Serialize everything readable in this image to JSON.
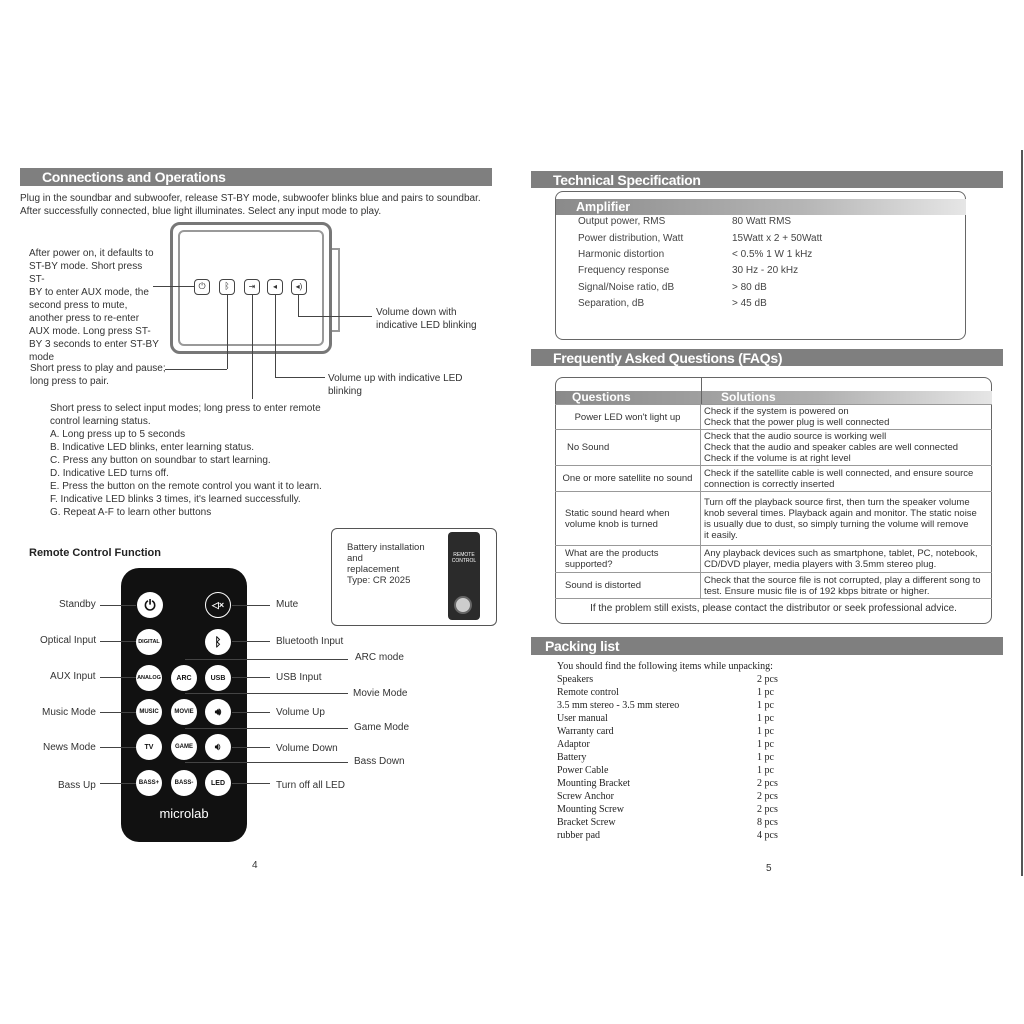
{
  "left_page": {
    "section_title": "Connections and Operations",
    "intro": [
      "Plug in the soundbar and subwoofer, release ST-BY mode, subwoofer blinks blue and pairs to soundbar.",
      "After successfully connected, blue light illuminates. Select any input mode to play."
    ],
    "power_note": [
      "After power on, it defaults to",
      "ST-BY mode. Short press ST-",
      "BY to enter AUX mode, the",
      "second press to mute,",
      "another press to re-enter",
      "AUX mode. Long press ST-",
      "BY 3 seconds to enter ST-BY",
      "mode"
    ],
    "vol_down_note": [
      "Volume down with",
      "indicative LED blinking"
    ],
    "vol_up_note": [
      "Volume up with indicative LED",
      "blinking"
    ],
    "play_note": [
      "Short press to play and pause;",
      "long press to pair."
    ],
    "input_note": [
      "Short press to select input modes; long press to enter remote",
      "control learning status.",
      "A. Long press up to 5 seconds",
      "B. Indicative LED blinks, enter learning status.",
      "C. Press any button on soundbar to start learning.",
      "D. Indicative LED turns off.",
      "E. Press the button on the remote control you want it to learn.",
      "F. Indicative LED blinks 3 times, it's learned successfully.",
      "G. Repeat A-F to learn other buttons"
    ],
    "remote_title": "Remote Control Function",
    "battery_note": [
      "Battery installation",
      "and",
      "replacement",
      "Type: CR 2025"
    ],
    "battery_label": [
      "REMOTE",
      "CONTROL"
    ],
    "remote_brand": "microlab",
    "remote_buttons": {
      "digital": "DIGITAL",
      "analog": "ANALOG",
      "arc": "ARC",
      "usb": "USB",
      "music": "MUSIC",
      "movie": "MOVIE",
      "tv": "TV",
      "game": "GAME",
      "bass_up": "BASS+",
      "bass_down": "BASS-",
      "led": "LED"
    },
    "remote_labels_left": [
      "Standby",
      "Optical Input",
      "AUX Input",
      "Music Mode",
      "News Mode",
      "Bass Up"
    ],
    "remote_labels_right": [
      "Mute",
      "Bluetooth Input",
      "ARC mode",
      "USB Input",
      "Movie Mode",
      "Volume Up",
      "Game Mode",
      "Volume Down",
      "Bass Down",
      "Turn off all LED"
    ],
    "page_number": "4"
  },
  "right_page": {
    "spec_title": "Technical Specification",
    "amp_title": "Amplifier",
    "specs": [
      {
        "label": "Output power, RMS",
        "value": "80 Watt RMS"
      },
      {
        "label": "Power distribution, Watt",
        "value": "15Watt x 2 + 50Watt"
      },
      {
        "label": "Harmonic distortion",
        "value": "< 0.5% 1 W 1 kHz"
      },
      {
        "label": "Frequency response",
        "value": "30 Hz - 20 kHz"
      },
      {
        "label": "Signal/Noise ratio, dB",
        "value": "> 80 dB"
      },
      {
        "label": "Separation, dB",
        "value": "> 45 dB"
      }
    ],
    "faq_title": "Frequently Asked Questions (FAQs)",
    "faq_headers": [
      "Questions",
      "Solutions"
    ],
    "faqs": [
      {
        "q": "Power LED won't light up",
        "a": [
          "Check if the system is powered on",
          "Check that the power plug is well connected"
        ]
      },
      {
        "q": "No Sound",
        "a": [
          "Check that the audio source is working well",
          "Check that the audio and speaker cables are well connected",
          "Check if the volume is at right level"
        ]
      },
      {
        "q": "One or more satellite no sound",
        "a": [
          "Check if the satellite cable is well connected, and ensure source",
          "connection is correctly inserted"
        ]
      },
      {
        "q": "Static sound heard when volume knob is turned",
        "a": [
          "Turn off the playback source first, then turn the speaker volume",
          "knob several times. Playback again and monitor. The static noise",
          "is usually due to dust, so simply turning the volume will remove",
          "it easily."
        ]
      },
      {
        "q": "What are the products supported?",
        "a": [
          "Any playback devices such as smartphone, tablet, PC, notebook,",
          "CD/DVD player, media players with 3.5mm stereo plug."
        ]
      },
      {
        "q": "Sound is distorted",
        "a": [
          "Check that the source file is not corrupted, play a different song to",
          "test. Ensure music file is of 192 kbps bitrate or higher."
        ]
      }
    ],
    "faq_footer": "If the problem still exists, please contact the distributor or seek professional advice.",
    "packing_title": "Packing list",
    "packing_intro": "You should find the following items while unpacking:",
    "packing": [
      {
        "item": "Speakers",
        "qty": "2 pcs"
      },
      {
        "item": "Remote control",
        "qty": "1 pc"
      },
      {
        "item": "3.5 mm stereo - 3.5 mm stereo",
        "qty": "1 pc"
      },
      {
        "item": "User manual",
        "qty": "1 pc"
      },
      {
        "item": "Warranty card",
        "qty": "1 pc"
      },
      {
        "item": "Adaptor",
        "qty": "1 pc"
      },
      {
        "item": "Battery",
        "qty": "1 pc"
      },
      {
        "item": "Power Cable",
        "qty": "1 pc"
      },
      {
        "item": "Mounting Bracket",
        "qty": "2 pcs"
      },
      {
        "item": "Screw Anchor",
        "qty": "2 pcs"
      },
      {
        "item": "Mounting  Screw",
        "qty": "2 pcs"
      },
      {
        "item": "Bracket Screw",
        "qty": "8 pcs"
      },
      {
        "item": "rubber pad",
        "qty": "4 pcs"
      }
    ],
    "page_number": "5"
  }
}
